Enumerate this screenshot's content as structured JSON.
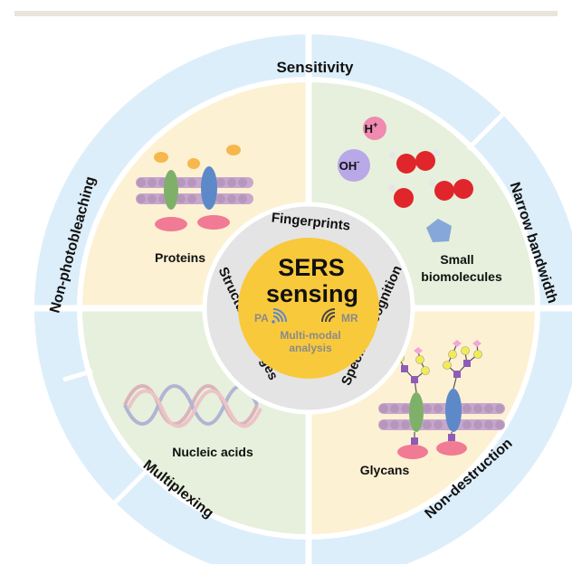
{
  "center": {
    "title_line1": "SERS",
    "title_line2": "sensing",
    "pa": "PA",
    "mr": "MR",
    "multimodal_line1": "Multi-modal",
    "multimodal_line2": "analysis"
  },
  "inner_ring": {
    "fingerprints": "Fingerprints",
    "specific_recognition": "Specific recognition",
    "structural_changes": "Structural changes"
  },
  "outer_ring": {
    "sensitivity": "Sensitivity",
    "narrow_bandwidth": "Narrow bandwidth",
    "non_destruction": "Non-destruction",
    "multiplexing": "Multiplexing",
    "non_photobleaching": "Non-photobleaching"
  },
  "quadrants": {
    "proteins": "Proteins",
    "small_line1": "Small",
    "small_line2": "biomolecules",
    "nucleic_acids": "Nucleic acids",
    "glycans": "Glycans"
  },
  "ions": {
    "h": "H",
    "h_sup": "+",
    "oh": "OH",
    "oh_sup": "-"
  },
  "colors": {
    "outer_ring": "#dceefa",
    "yellow_quadrant": "#fdf1d3",
    "green_quadrant": "#e6f0dc",
    "inner_ring": "#e4e4e4",
    "center": "#f9c93c",
    "multimodal_text": "#8a8a8a"
  }
}
